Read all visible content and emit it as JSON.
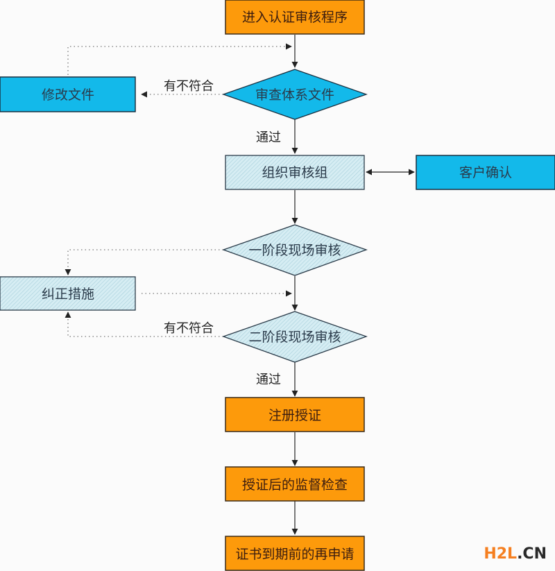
{
  "title": "认证审核流程图",
  "colors": {
    "orange": "#fd9a0b",
    "blue": "#13b9ea",
    "hatch_bg": "#d4ecf2",
    "hatch_line": "#9ec9d6",
    "edge": "#222222"
  },
  "nodes": {
    "start": "进入认证审核程序",
    "review_docs": "审查体系文件",
    "modify_docs": "修改文件",
    "organize_team": "组织审核组",
    "customer_confirm": "客户确认",
    "stage1": "一阶段现场审核",
    "corrective": "纠正措施",
    "stage2": "二阶段现场审核",
    "register": "注册授证",
    "surveillance": "授证后的监督检查",
    "reapply": "证书到期前的再申请"
  },
  "edge_labels": {
    "nonconform_1": "有不符合",
    "pass_1": "通过",
    "nonconform_2": "有不符合",
    "pass_2": "通过"
  },
  "watermark": {
    "brand": "H2L",
    "suffix": ".CN"
  }
}
